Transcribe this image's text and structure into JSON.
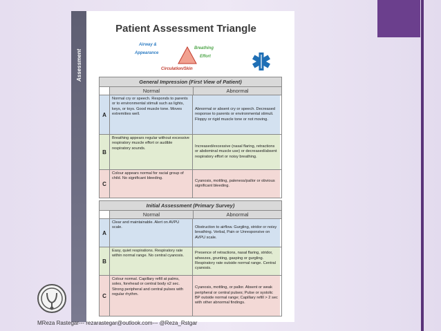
{
  "document": {
    "sidebar_label": "Assessment",
    "title": "Patient Assessment Triangle",
    "triangle": {
      "airway": "Airway &",
      "appearance": "Appearance",
      "breathing": "Breathing",
      "effort": "Effort",
      "circulation": "Circulation/Skin"
    }
  },
  "general_impression": {
    "heading": "General Impression (First View of Patient)",
    "col_normal": "Normal",
    "col_abnormal": "Abnormal",
    "rows": [
      {
        "letter": "A",
        "normal": "Normal cry or speech. Responds to parents or to environmental stimuli such as lights, keys, or toys. Good muscle tone. Moves extremities well.",
        "abnormal": "Abnormal or absent cry or speech. Decreased response to parents or environmental stimuli. Floppy or rigid muscle tone or not moving."
      },
      {
        "letter": "B",
        "normal": "Breathing appears regular without excessive respiratory muscle effort or audible respiratory sounds.",
        "abnormal": "Increased/excessive (nasal flaring, retractions or abdominal muscle use) or decreased/absent respiratory effort or noisy breathing."
      },
      {
        "letter": "C",
        "normal": "Colour appears normal for racial group of child. No significant bleeding.",
        "abnormal": "Cyanosis, mottling, paleness/pallor or obvious significant bleeding."
      }
    ]
  },
  "initial_assessment": {
    "heading": "Initial Assessment (Primary Survey)",
    "col_normal": "Normal",
    "col_abnormal": "Abnormal",
    "rows": [
      {
        "letter": "A",
        "normal": "Clear and maintainable. Alert on AVPU scale.",
        "abnormal": "Obstruction to airflow. Gurgling, stridor or noisy breathing. Verbal, Pain or Unresponsive on AVPU scale."
      },
      {
        "letter": "B",
        "normal": "Easy, quiet respirations. Respiratory rate within normal range. No central cyanosis.",
        "abnormal": "Presence of retractions, nasal flaring, stridor, wheezes, grunting, gasping or gurgling. Respiratory rate outside normal range. Central cyanosis."
      },
      {
        "letter": "C",
        "normal": "Colour normal. Capillary refill at palms, soles, forehead or central body ≤2 sec. Strong peripheral and central pulses with regular rhythm.",
        "abnormal": "Cyanosis, mottling, or pallor. Absent or weak peripheral or central pulses; Pulse or systolic BP outside normal range; Capillary refill > 2 sec with other abnormal findings."
      }
    ]
  },
  "footer": {
    "credit": "MReza Rastegar--- rezarastegar@outlook.com--- @Reza_Rstgar"
  },
  "colors": {
    "accent_purple": "#6b3f8d",
    "row_a": "#d3e1f0",
    "row_b": "#e2ecd2",
    "row_c": "#f3d9d6"
  }
}
